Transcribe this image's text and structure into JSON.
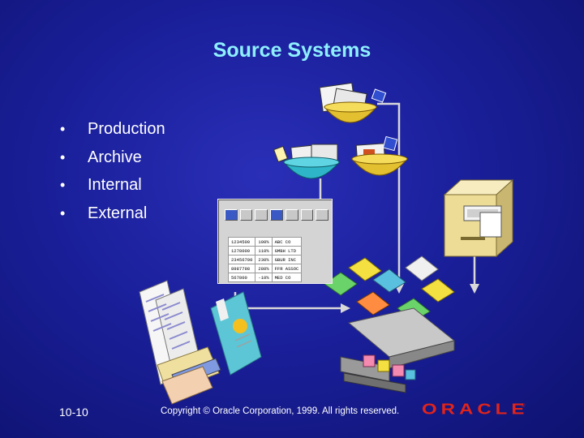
{
  "slide": {
    "title": "Source Systems",
    "bullets": [
      "Production",
      "Archive",
      "Internal",
      "External"
    ],
    "page_number": "10-10",
    "copyright": "Copyright © Oracle Corporation, 1999. All rights reserved.",
    "logo_text": "ORACLE",
    "logo_mark": "®"
  },
  "report_table": {
    "rows": [
      [
        "1234500",
        "100%",
        "ABC CO"
      ],
      [
        "1278000",
        "110%",
        "GMBH LTD"
      ],
      [
        "23456700",
        "230%",
        "GBUR INC"
      ],
      [
        "8987798",
        "280%",
        "FFR ASSOC"
      ],
      [
        "567800",
        "-10%",
        "MED CO"
      ]
    ]
  },
  "colors": {
    "title": "#8ef0ff",
    "background": "#1a1f9a",
    "arrow": "#d8d8d8",
    "logo": "#e0241b"
  },
  "icons": [
    "bowl-icon",
    "cabinet-icon",
    "documents-icon",
    "conveyor-icon",
    "report-window-icon"
  ]
}
